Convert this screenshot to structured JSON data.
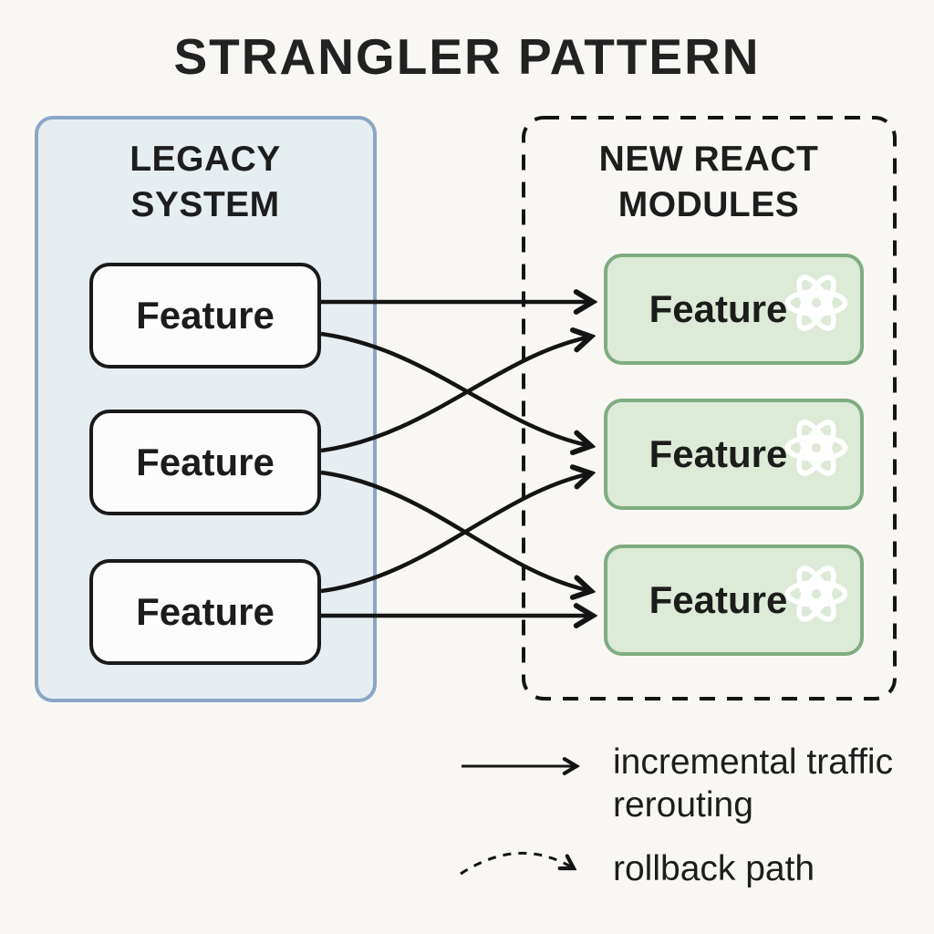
{
  "title": "STRANGLER PATTERN",
  "legacy_panel": {
    "header": "LEGACY SYSTEM",
    "features": [
      {
        "label": "Feature"
      },
      {
        "label": "Feature"
      },
      {
        "label": "Feature"
      }
    ]
  },
  "react_panel": {
    "header": "NEW REACT MODULES",
    "features": [
      {
        "label": "Feature",
        "icon": "react-logo-icon"
      },
      {
        "label": "Feature",
        "icon": "react-logo-icon"
      },
      {
        "label": "Feature",
        "icon": "react-logo-icon"
      }
    ]
  },
  "arrows": {
    "count": 6,
    "style": "solid black, arrowhead chevron",
    "connections": [
      {
        "from": "legacy-feature-1",
        "to": "react-feature-1",
        "shape": "straight"
      },
      {
        "from": "legacy-feature-1",
        "to": "react-feature-2",
        "shape": "curved"
      },
      {
        "from": "legacy-feature-2",
        "to": "react-feature-1",
        "shape": "curved"
      },
      {
        "from": "legacy-feature-2",
        "to": "react-feature-3",
        "shape": "curved"
      },
      {
        "from": "legacy-feature-3",
        "to": "react-feature-2",
        "shape": "curved"
      },
      {
        "from": "legacy-feature-3",
        "to": "react-feature-3",
        "shape": "straight"
      }
    ]
  },
  "legend": {
    "items": [
      {
        "symbol": "solid-arrow-icon",
        "label": "incremental traffic rerouting"
      },
      {
        "symbol": "dashed-curved-arrow-icon",
        "label": "rollback path"
      }
    ]
  },
  "colors": {
    "background": "#f8f7f4",
    "legacy_fill": "#e7eef1",
    "legacy_border": "#8ba6c5",
    "feature_fill": "#fcfcfc",
    "feature_border": "#1a1a1a",
    "react_fill": "#dcead7",
    "react_border": "#7fac80",
    "react_icon": "#ffffff",
    "arrow": "#141414",
    "text": "#1d1d1d"
  }
}
